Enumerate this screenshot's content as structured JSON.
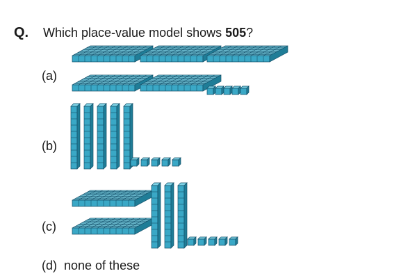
{
  "question": {
    "label": "Q.",
    "text_before": "Which place-value model shows ",
    "number": "505",
    "text_after": "?"
  },
  "options": [
    {
      "key": "(a)",
      "hundreds": 5,
      "tens": 0,
      "ones": 5
    },
    {
      "key": "(b)",
      "hundreds": 0,
      "tens": 5,
      "ones": 5
    },
    {
      "key": "(c)",
      "hundreds": 2,
      "tens": 3,
      "ones": 5
    },
    {
      "key": "(d)",
      "text": "none of these"
    }
  ],
  "colors": {
    "block_front": "#3aa8c6",
    "block_top": "#7fd3e6",
    "block_side": "#1f7d97",
    "outline": "#14506a"
  }
}
